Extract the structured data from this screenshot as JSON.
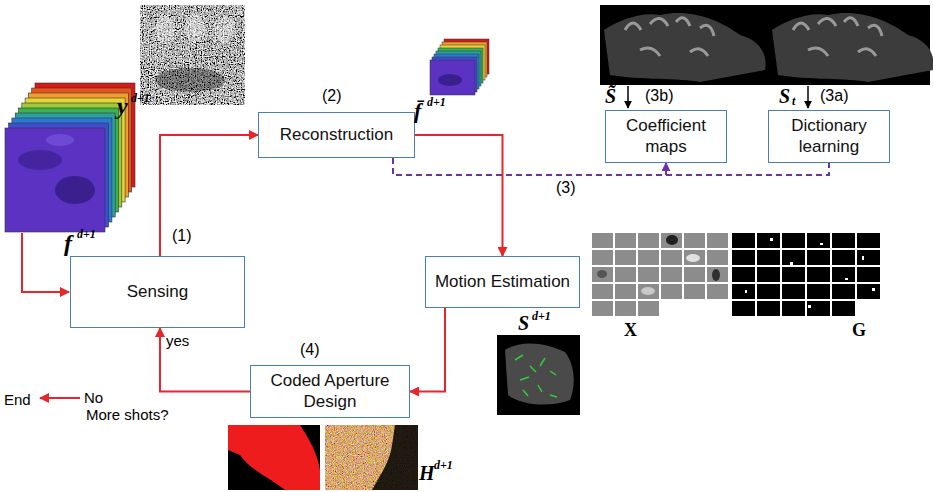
{
  "diagram": {
    "nodes": [
      {
        "text": [
          "Reconstruction"
        ]
      },
      {
        "text": [
          "Coefficient maps"
        ]
      },
      {
        "text": [
          "Dictionary learning"
        ]
      },
      {
        "text": [
          "Sensing"
        ]
      },
      {
        "text": [
          "Motion Estimation"
        ]
      },
      {
        "text": [
          "Coded Aperture Design"
        ]
      }
    ],
    "edges": [
      {
        "from": 3,
        "to": 0,
        "arrow": "to"
      },
      {
        "from": 0,
        "to": 4,
        "arrow": "to"
      },
      {
        "from": 4,
        "to": 5,
        "arrow": "to"
      },
      {
        "from": 5,
        "to": 3,
        "label": "yes",
        "arrow": "to"
      },
      {
        "from": 0,
        "to": 1,
        "arrow": "to"
      },
      {
        "from": 0,
        "to": 2,
        "arrow": "none"
      }
    ],
    "labels": [
      "f",
      "d+1",
      "y",
      "d+1",
      "(1)",
      "(2)",
      "f̄",
      "d+1",
      "S̃",
      "(3b)",
      "S",
      "t",
      "(3a)",
      "(3)",
      "X",
      "G",
      "S",
      "d+1",
      "(4)",
      "No",
      "End",
      "More shots?",
      "H",
      "d+1"
    ]
  }
}
